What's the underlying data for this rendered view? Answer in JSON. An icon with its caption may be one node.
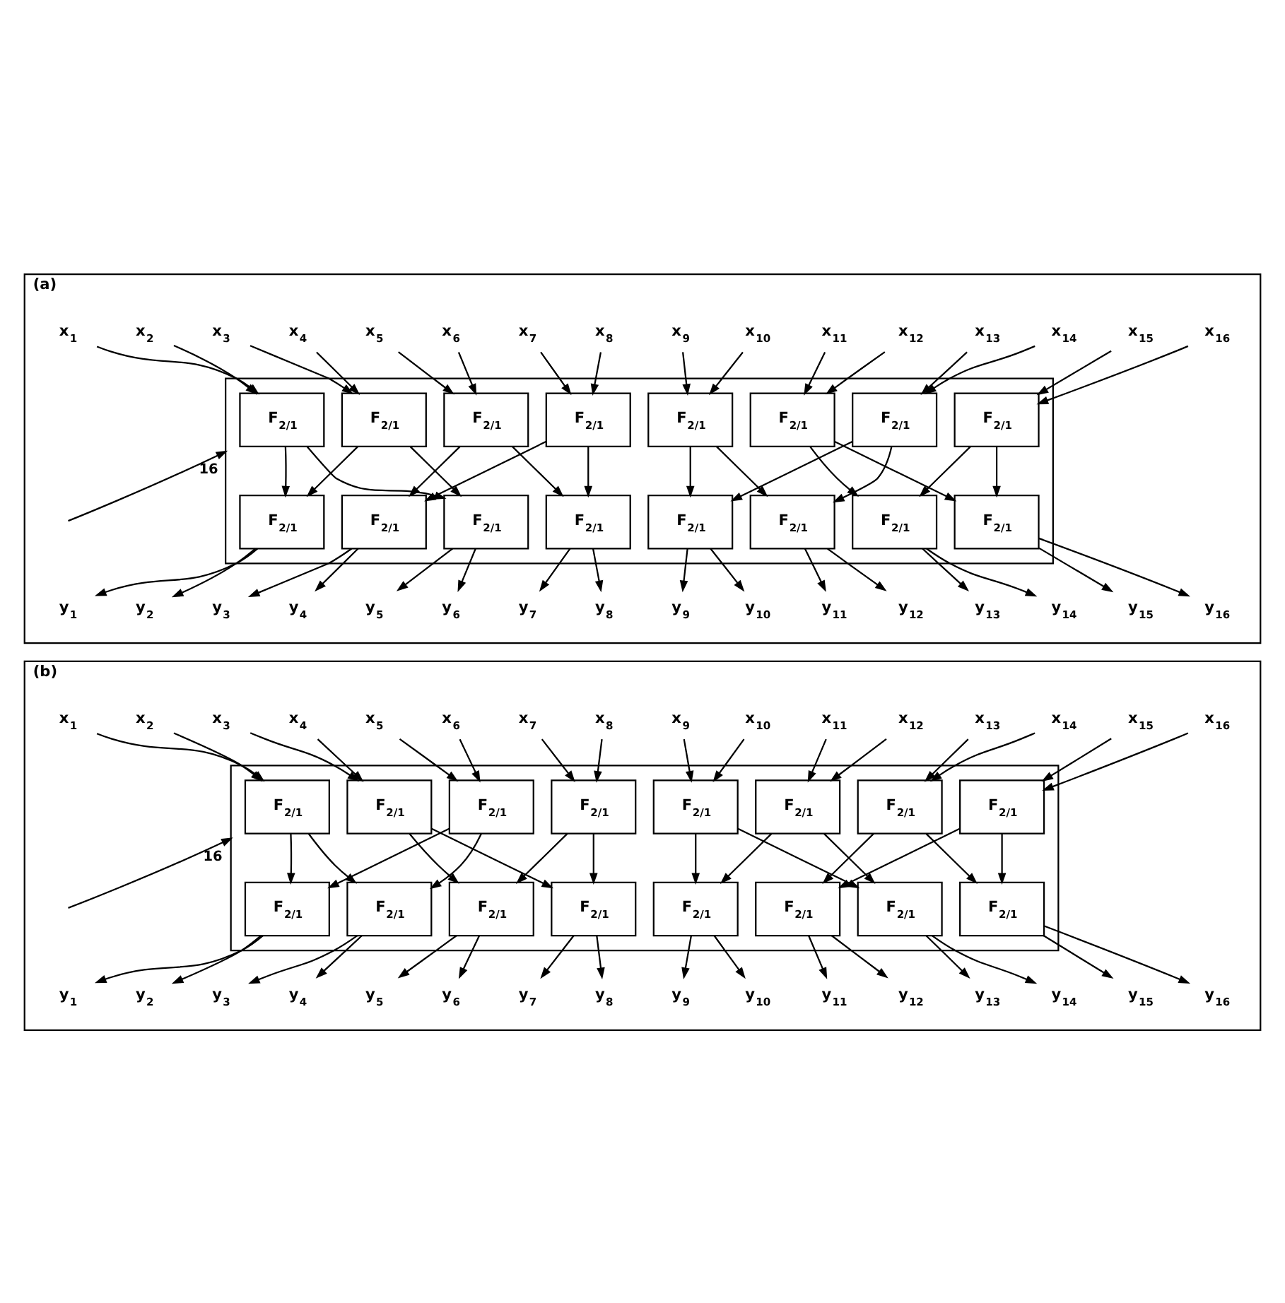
{
  "diagram": {
    "nodes": [
      {
        "text": [
          "(a)"
        ]
      },
      {
        "text": [],
        "shape": "box",
        "in": 0
      },
      {
        "text": [
          "x$_{1}$"
        ],
        "in": 0
      },
      {
        "text": [
          "x$_{2}$"
        ],
        "in": 0
      },
      {
        "text": [
          "x$_{3}$"
        ],
        "in": 0
      },
      {
        "text": [
          "x$_{4}$"
        ],
        "in": 0
      },
      {
        "text": [
          "x$_{5}$"
        ],
        "in": 0
      },
      {
        "text": [
          "x$_{6}$"
        ],
        "in": 0
      },
      {
        "text": [
          "x$_{7}$"
        ],
        "in": 0
      },
      {
        "text": [
          "x$_{8}$"
        ],
        "in": 0
      },
      {
        "text": [
          "x$_{9}$"
        ],
        "in": 0
      },
      {
        "text": [
          "x$_{10}$"
        ],
        "in": 0
      },
      {
        "text": [
          "x$_{11}$"
        ],
        "in": 0
      },
      {
        "text": [
          "x$_{12}$"
        ],
        "in": 0
      },
      {
        "text": [
          "x$_{13}$"
        ],
        "in": 0
      },
      {
        "text": [
          "x$_{14}$"
        ],
        "in": 0
      },
      {
        "text": [
          "x$_{15}$"
        ],
        "in": 0
      },
      {
        "text": [
          "x$_{16}$"
        ],
        "in": 0
      },
      {
        "text": [
          "F$_{2/1}$"
        ],
        "in": 1
      },
      {
        "text": [
          "F$_{2/1}$"
        ],
        "in": 1
      },
      {
        "text": [
          "F$_{2/1}$"
        ],
        "in": 1
      },
      {
        "text": [
          "F$_{2/1}$"
        ],
        "in": 1
      },
      {
        "text": [
          "F$_{2/1}$"
        ],
        "in": 1
      },
      {
        "text": [
          "F$_{2/1}$"
        ],
        "in": 1
      },
      {
        "text": [
          "F$_{2/1}$"
        ],
        "in": 1
      },
      {
        "text": [
          "F$_{2/1}$"
        ],
        "in": 1
      },
      {
        "text": [
          "F$_{2/1}$"
        ],
        "in": 1
      },
      {
        "text": [
          "F$_{2/1}$"
        ],
        "in": 1
      },
      {
        "text": [
          "F$_{2/1}$"
        ],
        "in": 1
      },
      {
        "text": [
          "F$_{2/1}$"
        ],
        "in": 1
      },
      {
        "text": [
          "F$_{2/1}$"
        ],
        "in": 1
      },
      {
        "text": [
          "F$_{2/1}$"
        ],
        "in": 1
      },
      {
        "text": [
          "F$_{2/1}$"
        ],
        "in": 1
      },
      {
        "text": [
          "F$_{2/1}$"
        ],
        "in": 1
      },
      {
        "text": [
          "y$_{1}$"
        ],
        "in": 0
      },
      {
        "text": [
          "y$_{2}$"
        ],
        "in": 0
      },
      {
        "text": [
          "y$_{3}$"
        ],
        "in": 0
      },
      {
        "text": [
          "y$_{4}$"
        ],
        "in": 0
      },
      {
        "text": [
          "y$_{5}$"
        ],
        "in": 0
      },
      {
        "text": [
          "y$_{6}$"
        ],
        "in": 0
      },
      {
        "text": [
          "y$_{7}$"
        ],
        "in": 0
      },
      {
        "text": [
          "y$_{8}$"
        ],
        "in": 0
      },
      {
        "text": [
          "y$_{9}$"
        ],
        "in": 0
      },
      {
        "text": [
          "y$_{10}$"
        ],
        "in": 0
      },
      {
        "text": [
          "y$_{11}$"
        ],
        "in": 0
      },
      {
        "text": [
          "y$_{12}$"
        ],
        "in": 0
      },
      {
        "text": [
          "y$_{13}$"
        ],
        "in": 0
      },
      {
        "text": [
          "y$_{14}$"
        ],
        "in": 0
      },
      {
        "text": [
          "y$_{15}$"
        ],
        "in": 0
      },
      {
        "text": [
          "y$_{16}$"
        ],
        "in": 0
      },
      {
        "text": [
          "(b)"
        ]
      },
      {
        "text": [],
        "shape": "box",
        "in": 50
      },
      {
        "text": [
          "x$_{1}$"
        ],
        "in": 50
      },
      {
        "text": [
          "x$_{2}$"
        ],
        "in": 50
      },
      {
        "text": [
          "x$_{3}$"
        ],
        "in": 50
      },
      {
        "text": [
          "x$_{4}$"
        ],
        "in": 50
      },
      {
        "text": [
          "x$_{5}$"
        ],
        "in": 50
      },
      {
        "text": [
          "x$_{6}$"
        ],
        "in": 50
      },
      {
        "text": [
          "x$_{7}$"
        ],
        "in": 50
      },
      {
        "text": [
          "x$_{8}$"
        ],
        "in": 50
      },
      {
        "text": [
          "x$_{9}$"
        ],
        "in": 50
      },
      {
        "text": [
          "x$_{10}$"
        ],
        "in": 50
      },
      {
        "text": [
          "x$_{11}$"
        ],
        "in": 50
      },
      {
        "text": [
          "x$_{12}$"
        ],
        "in": 50
      },
      {
        "text": [
          "x$_{13}$"
        ],
        "in": 50
      },
      {
        "text": [
          "x$_{14}$"
        ],
        "in": 50
      },
      {
        "text": [
          "x$_{15}$"
        ],
        "in": 50
      },
      {
        "text": [
          "x$_{16}$"
        ],
        "in": 50
      },
      {
        "text": [
          "F$_{2/1}$"
        ],
        "in": 51
      },
      {
        "text": [
          "F$_{2/1}$"
        ],
        "in": 51
      },
      {
        "text": [
          "F$_{2/1}$"
        ],
        "in": 51
      },
      {
        "text": [
          "F$_{2/1}$"
        ],
        "in": 51
      },
      {
        "text": [
          "F$_{2/1}$"
        ],
        "in": 51
      },
      {
        "text": [
          "F$_{2/1}$"
        ],
        "in": 51
      },
      {
        "text": [
          "F$_{2/1}$"
        ],
        "in": 51
      },
      {
        "text": [
          "F$_{2/1}$"
        ],
        "in": 51
      },
      {
        "text": [
          "F$_{2/1}$"
        ],
        "in": 51
      },
      {
        "text": [
          "F$_{2/1}$"
        ],
        "in": 51
      },
      {
        "text": [
          "F$_{2/1}$"
        ],
        "in": 51
      },
      {
        "text": [
          "F$_{2/1}$"
        ],
        "in": 51
      },
      {
        "text": [
          "F$_{2/1}$"
        ],
        "in": 51
      },
      {
        "text": [
          "F$_{2/1}$"
        ],
        "in": 51
      },
      {
        "text": [
          "F$_{2/1}$"
        ],
        "in": 51
      },
      {
        "text": [
          "F$_{2/1}$"
        ],
        "in": 51
      },
      {
        "text": [
          "y$_{1}$"
        ],
        "in": 50
      },
      {
        "text": [
          "y$_{2}$"
        ],
        "in": 50
      },
      {
        "text": [
          "y$_{3}$"
        ],
        "in": 50
      },
      {
        "text": [
          "y$_{4}$"
        ],
        "in": 50
      },
      {
        "text": [
          "y$_{5}$"
        ],
        "in": 50
      },
      {
        "text": [
          "y$_{6}$"
        ],
        "in": 50
      },
      {
        "text": [
          "y$_{7}$"
        ],
        "in": 50
      },
      {
        "text": [
          "y$_{8}$"
        ],
        "in": 50
      },
      {
        "text": [
          "y$_{9}$"
        ],
        "in": 50
      },
      {
        "text": [
          "y$_{10}$"
        ],
        "in": 50
      },
      {
        "text": [
          "y$_{11}$"
        ],
        "in": 50
      },
      {
        "text": [
          "y$_{12}$"
        ],
        "in": 50
      },
      {
        "text": [
          "y$_{13}$"
        ],
        "in": 50
      },
      {
        "text": [
          "y$_{14}$"
        ],
        "in": 50
      },
      {
        "text": [
          "y$_{15}$"
        ],
        "in": 50
      },
      {
        "text": [
          "y$_{16}$"
        ],
        "in": 50
      }
    ],
    "edges": [
      {
        "from": 2,
        "to": 18,
        "arrow": "to"
      },
      {
        "from": 3,
        "to": 18,
        "arrow": "to"
      },
      {
        "from": 4,
        "to": 19,
        "arrow": "to"
      },
      {
        "from": 5,
        "to": 19,
        "arrow": "to"
      },
      {
        "from": 6,
        "to": 20,
        "arrow": "to"
      },
      {
        "from": 7,
        "to": 20,
        "arrow": "to"
      },
      {
        "from": 8,
        "to": 21,
        "arrow": "to"
      },
      {
        "from": 9,
        "to": 21,
        "arrow": "to"
      },
      {
        "from": 10,
        "to": 22,
        "arrow": "to"
      },
      {
        "from": 11,
        "to": 22,
        "arrow": "to"
      },
      {
        "from": 12,
        "to": 23,
        "arrow": "to"
      },
      {
        "from": 13,
        "to": 23,
        "arrow": "to"
      },
      {
        "from": 14,
        "to": 24,
        "arrow": "to"
      },
      {
        "from": 15,
        "to": 24,
        "arrow": "to"
      },
      {
        "from": 16,
        "to": 25,
        "arrow": "to"
      },
      {
        "from": 17,
        "to": 25,
        "arrow": "to"
      },
      {
        "from": 18,
        "to": 26,
        "arrow": "to"
      },
      {
        "from": 18,
        "to": 28,
        "arrow": "to"
      },
      {
        "from": 19,
        "to": 26,
        "arrow": "to"
      },
      {
        "from": 19,
        "to": 28,
        "arrow": "to"
      },
      {
        "from": 20,
        "to": 27,
        "arrow": "to"
      },
      {
        "from": 20,
        "to": 29,
        "arrow": "to"
      },
      {
        "from": 21,
        "to": 27,
        "arrow": "to"
      },
      {
        "from": 21,
        "to": 29,
        "arrow": "to"
      },
      {
        "from": 22,
        "to": 30,
        "arrow": "to"
      },
      {
        "from": 22,
        "to": 31,
        "arrow": "to"
      },
      {
        "from": 23,
        "to": 32,
        "arrow": "to"
      },
      {
        "from": 23,
        "to": 33,
        "arrow": "to"
      },
      {
        "from": 24,
        "to": 30,
        "arrow": "to"
      },
      {
        "from": 24,
        "to": 31,
        "arrow": "to"
      },
      {
        "from": 25,
        "to": 32,
        "arrow": "to"
      },
      {
        "from": 25,
        "to": 33,
        "arrow": "to"
      },
      {
        "from": 26,
        "to": 34,
        "arrow": "to"
      },
      {
        "from": 26,
        "to": 35,
        "arrow": "to"
      },
      {
        "from": 27,
        "to": 36,
        "arrow": "to"
      },
      {
        "from": 27,
        "to": 37,
        "arrow": "to"
      },
      {
        "from": 28,
        "to": 38,
        "arrow": "to"
      },
      {
        "from": 28,
        "to": 39,
        "arrow": "to"
      },
      {
        "from": 29,
        "to": 40,
        "arrow": "to"
      },
      {
        "from": 29,
        "to": 41,
        "arrow": "to"
      },
      {
        "from": 30,
        "to": 42,
        "arrow": "to"
      },
      {
        "from": 30,
        "to": 43,
        "arrow": "to"
      },
      {
        "from": 31,
        "to": 44,
        "arrow": "to"
      },
      {
        "from": 31,
        "to": 45,
        "arrow": "to"
      },
      {
        "from": 32,
        "to": 46,
        "arrow": "to"
      },
      {
        "from": 32,
        "to": 47,
        "arrow": "to"
      },
      {
        "from": 33,
        "to": 48,
        "arrow": "to"
      },
      {
        "from": 33,
        "to": 49,
        "arrow": "to"
      },
      {
        "from": null,
        "to": 1,
        "arrow": "to",
        "label": "16"
      },
      {
        "from": 52,
        "to": 68,
        "arrow": "to"
      },
      {
        "from": 53,
        "to": 68,
        "arrow": "to"
      },
      {
        "from": 54,
        "to": 69,
        "arrow": "to"
      },
      {
        "from": 55,
        "to": 69,
        "arrow": "to"
      },
      {
        "from": 56,
        "to": 70,
        "arrow": "to"
      },
      {
        "from": 57,
        "to": 70,
        "arrow": "to"
      },
      {
        "from": 58,
        "to": 71,
        "arrow": "to"
      },
      {
        "from": 59,
        "to": 71,
        "arrow": "to"
      },
      {
        "from": 60,
        "to": 72,
        "arrow": "to"
      },
      {
        "from": 61,
        "to": 72,
        "arrow": "to"
      },
      {
        "from": 62,
        "to": 73,
        "arrow": "to"
      },
      {
        "from": 63,
        "to": 73,
        "arrow": "to"
      },
      {
        "from": 64,
        "to": 74,
        "arrow": "to"
      },
      {
        "from": 65,
        "to": 74,
        "arrow": "to"
      },
      {
        "from": 66,
        "to": 75,
        "arrow": "to"
      },
      {
        "from": 67,
        "to": 75,
        "arrow": "to"
      },
      {
        "from": 68,
        "to": 76,
        "arrow": "to"
      },
      {
        "from": 68,
        "to": 77,
        "arrow": "to"
      },
      {
        "from": 69,
        "to": 78,
        "arrow": "to"
      },
      {
        "from": 69,
        "to": 79,
        "arrow": "to"
      },
      {
        "from": 70,
        "to": 76,
        "arrow": "to"
      },
      {
        "from": 70,
        "to": 77,
        "arrow": "to"
      },
      {
        "from": 71,
        "to": 78,
        "arrow": "to"
      },
      {
        "from": 71,
        "to": 79,
        "arrow": "to"
      },
      {
        "from": 72,
        "to": 80,
        "arrow": "to"
      },
      {
        "from": 72,
        "to": 82,
        "arrow": "to"
      },
      {
        "from": 73,
        "to": 80,
        "arrow": "to"
      },
      {
        "from": 73,
        "to": 82,
        "arrow": "to"
      },
      {
        "from": 74,
        "to": 81,
        "arrow": "to"
      },
      {
        "from": 74,
        "to": 83,
        "arrow": "to"
      },
      {
        "from": 75,
        "to": 81,
        "arrow": "to"
      },
      {
        "from": 75,
        "to": 83,
        "arrow": "to"
      },
      {
        "from": 76,
        "to": 84,
        "arrow": "to"
      },
      {
        "from": 76,
        "to": 85,
        "arrow": "to"
      },
      {
        "from": 77,
        "to": 86,
        "arrow": "to"
      },
      {
        "from": 77,
        "to": 87,
        "arrow": "to"
      },
      {
        "from": 78,
        "to": 88,
        "arrow": "to"
      },
      {
        "from": 78,
        "to": 89,
        "arrow": "to"
      },
      {
        "from": 79,
        "to": 90,
        "arrow": "to"
      },
      {
        "from": 79,
        "to": 91,
        "arrow": "to"
      },
      {
        "from": 80,
        "to": 92,
        "arrow": "to"
      },
      {
        "from": 80,
        "to": 93,
        "arrow": "to"
      },
      {
        "from": 81,
        "to": 94,
        "arrow": "to"
      },
      {
        "from": 81,
        "to": 95,
        "arrow": "to"
      },
      {
        "from": 82,
        "to": 96,
        "arrow": "to"
      },
      {
        "from": 82,
        "to": 97,
        "arrow": "to"
      },
      {
        "from": 83,
        "to": 98,
        "arrow": "to"
      },
      {
        "from": 83,
        "to": 99,
        "arrow": "to"
      },
      {
        "from": null,
        "to": 51,
        "arrow": "to",
        "label": "16"
      }
    ]
  }
}
